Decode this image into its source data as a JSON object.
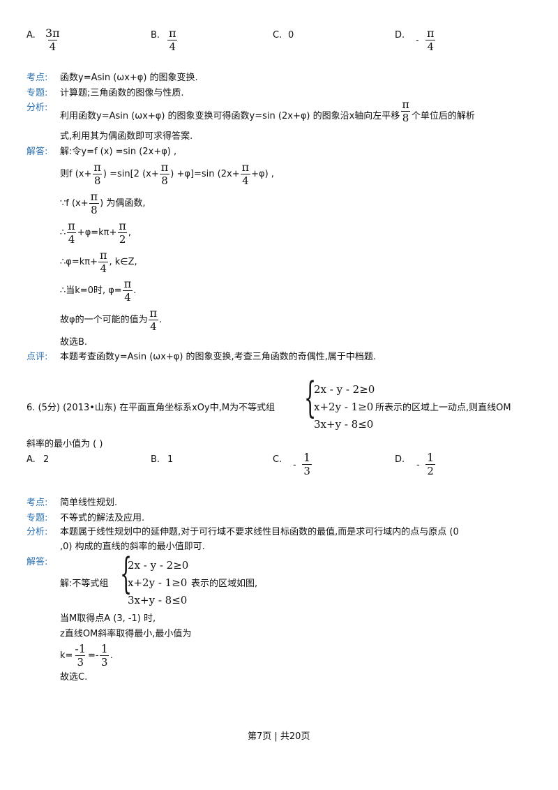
{
  "q5": {
    "options": {
      "a_label": "A.",
      "a_num": "3π",
      "a_den": "4",
      "b_label": "B.",
      "b_num": "π",
      "b_den": "4",
      "c_label": "C.",
      "c_val": "0",
      "d_label": "D.",
      "d_sign": "-",
      "d_num": "π",
      "d_den": "4"
    },
    "kaodian_label": "考点:",
    "kaodian": "函数y=Asin (ωx+φ) 的图象变换.",
    "zhuanti_label": "专题:",
    "zhuanti": "计算题;三角函数的图像与性质.",
    "fenxi_label": "分析:",
    "fenxi_1a": "利用函数y=Asin (ωx+φ) 的图象变换可得函数y=sin (2x+φ) 的图象沿x轴向左平移",
    "fenxi_1num": "π",
    "fenxi_1den": "8",
    "fenxi_1b": "个单位后的解析",
    "fenxi_2": "式,利用其为偶函数即可求得答案.",
    "jieda_label": "解答:",
    "s1": "解:令y=f (x) =sin (2x+φ) ,",
    "s2a": "则f (x+",
    "s2num1": "π",
    "s2den1": "8",
    "s2b": ") =sin[2 (x+",
    "s2num2": "π",
    "s2den2": "8",
    "s2c": ") +φ]=sin (2x+",
    "s2num3": "π",
    "s2den3": "4",
    "s2d": "+φ) ,",
    "s3a": "∵f (x+",
    "s3num": "π",
    "s3den": "8",
    "s3b": ") 为偶函数,",
    "s4a": "∴",
    "s4num1": "π",
    "s4den1": "4",
    "s4b": "+φ=kπ+",
    "s4num2": "π",
    "s4den2": "2",
    "s4c": ",",
    "s5a": "∴φ=kπ+",
    "s5num": "π",
    "s5den": "4",
    "s5b": ", k∈Z,",
    "s6a": "∴当k=0时, φ=",
    "s6num": "π",
    "s6den": "4",
    "s6b": ".",
    "s7a": "故φ的一个可能的值为",
    "s7num": "π",
    "s7den": "4",
    "s7b": ".",
    "s8": "故选B.",
    "dianping_label": "点评:",
    "dianping": "本题考查函数y=Asin (ωx+φ) 的图象变换,考查三角函数的奇偶性,属于中档题."
  },
  "q6": {
    "stem_a": "6. (5分) (2013•山东) 在平面直角坐标系xOy中,M为不等式组",
    "sys1": "2x - y - 2≥0",
    "sys2": "x+2y - 1≥0",
    "sys3": "3x+y - 8≤0",
    "stem_b": "所表示的区域上一动点,则直线OM",
    "stem_c": "斜率的最小值为 (    )",
    "options": {
      "a_label": "A.",
      "a_val": "2",
      "b_label": "B.",
      "b_val": "1",
      "c_label": "C.",
      "c_sign": "-",
      "c_num": "1",
      "c_den": "3",
      "d_label": "D.",
      "d_sign": "-",
      "d_num": "1",
      "d_den": "2"
    },
    "kaodian_label": "考点:",
    "kaodian": "简单线性规划.",
    "zhuanti_label": "专题:",
    "zhuanti": "不等式的解法及应用.",
    "fenxi_label": "分析:",
    "fenxi_1": "本题属于线性规划中的延伸题,对于可行域不要求线性目标函数的最值,而是求可行域内的点与原点 (0",
    "fenxi_2": ",0) 构成的直线的斜率的最小值即可.",
    "jieda_label": "解答:",
    "j1a": "解:不等式组",
    "jsys1": "2x - y - 2≥0",
    "jsys2": "x+2y - 1≥0",
    "jsys3": "3x+y - 8≤0",
    "j1b": "表示的区域如图,",
    "j2": "当M取得点A (3, -1) 时,",
    "j3": "z直线OM斜率取得最小,最小值为",
    "j4a": "k=",
    "j4num1": "-1",
    "j4den1": "3",
    "j4b": "=-",
    "j4num2": "1",
    "j4den2": "3",
    "j4c": ".",
    "j5": "故选C."
  },
  "footer": {
    "page": "第7页 | 共20页"
  }
}
